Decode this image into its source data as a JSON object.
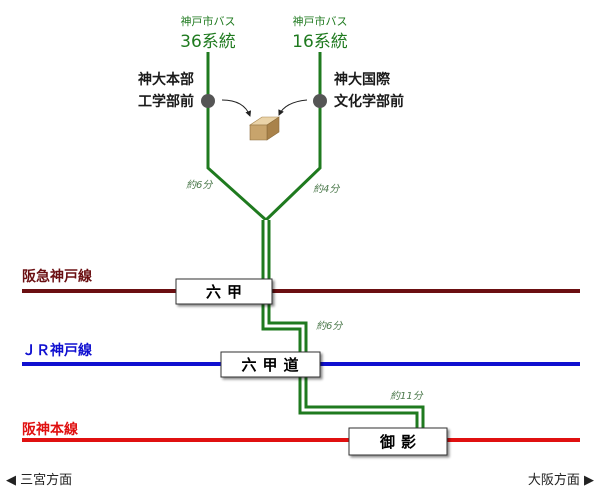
{
  "bus_routes": [
    {
      "operator": "神戸市バス",
      "route": "36系統"
    },
    {
      "operator": "神戸市バス",
      "route": "16系統"
    }
  ],
  "bus_stops": [
    {
      "name_line1": "神大本部",
      "name_line2": "工学部前"
    },
    {
      "name_line1": "神大国際",
      "name_line2": "文化学部前"
    }
  ],
  "travel_times": {
    "left_branch": "約6分",
    "right_branch": "約4分",
    "rokko_to_rokkomichi": "約6分",
    "rokkomichi_to_mikage": "約11分"
  },
  "rail_lines": [
    {
      "name": "阪急神戸線",
      "color": "#6b0f12"
    },
    {
      "name": "ＪＲ神戸線",
      "color": "#1010d0"
    },
    {
      "name": "阪神本線",
      "color": "#e01010"
    }
  ],
  "stations": [
    {
      "name": "六甲"
    },
    {
      "name": "六甲道"
    },
    {
      "name": "御影"
    }
  ],
  "directions": {
    "left": "◀ 三宮方面",
    "right": "大阪方面 ▶"
  },
  "colors": {
    "bus_line": "#1f7a1f",
    "bus_line_inner": "#ffffff",
    "stop_dot": "#555555",
    "box_fill": "#c8a46c"
  },
  "icons": {
    "destination": "box-icon"
  }
}
